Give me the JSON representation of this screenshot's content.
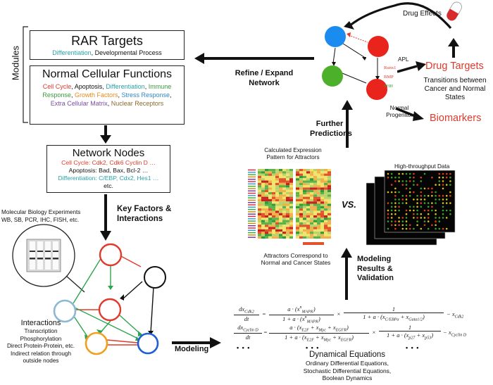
{
  "modules_label": "Modules",
  "rar_box": {
    "title": "RAR Targets",
    "line1_a": "Differentiation",
    "line1_b": ", Developmental Process"
  },
  "normal_box": {
    "title": "Normal Cellular Functions",
    "l1_a": "Cell Cycle",
    "l1_b": ", Apoptosis, ",
    "l1_c": "Differentiation",
    "l1_d": ", ",
    "l1_e": "Immune",
    "l2_a": "Response",
    "l2_b": ", ",
    "l2_c": "Growth Factors",
    "l2_d": ", ",
    "l2_e": "Stress Response",
    "l2_f": ",",
    "l3_a": "Extra Cellular Matrix",
    "l3_b": ", ",
    "l3_c": "Nuclear Receptors"
  },
  "nodes_box": {
    "title": "Network Nodes",
    "l1": "Cell Cycle: Cdk2, Cdk6 Cyclin D …",
    "l2": "Apoptosis: Bad, Bax, Bcl-2 …",
    "l3": "Differentiation: C/EBP, Cdx2, Hes1 …",
    "l4": "etc."
  },
  "key_factors": "Key Factors &",
  "interactions_label": "Interactions",
  "mol_bio": {
    "l1": "Molecular Biology Experiments",
    "l2": "WB, SB, PCR, IHC, FISH, etc."
  },
  "interactions_list": {
    "title": "Interactions",
    "l1": "Transcription",
    "l2": "Phosphorylation",
    "l3": "Direct Protein-Protein, etc.",
    "l4": "Indirect relation through",
    "l5": "outside nodes"
  },
  "modeling": "Modeling",
  "dynamical": {
    "title": "Dynamical Equations",
    "l1": "Ordinary Differential Equations,",
    "l2": "Stochastic Differential Equations,",
    "l3": "Boolean Dynamics"
  },
  "equations": {
    "eq1_lhs_num": "dx",
    "eq1_lhs_sub": "Cdk2",
    "eq_dt": "dt",
    "eq1_a_num": "a · (x",
    "eq1_a_sup": "n",
    "eq1_a_sub": "MAPK",
    "eq1_a_den": "1 + a · (x",
    "eq1_b_num": "1",
    "eq1_b_den": "1 + a · (x",
    "eq1_b_den_sub1": "C/EBPα",
    "eq1_b_den_mid": " + x",
    "eq1_b_den_sub2": "Gata1/2",
    "eq1_tail": "− x",
    "eq1_tail_sub": "Cdk2",
    "eq2_lhs_sub": "Cyclin D",
    "eq2_a_num": "a · (x",
    "eq2_a_num_sub1": "E2F",
    "eq2_plus": " + x",
    "eq2_a_num_sub2": "Myc",
    "eq2_a_num_sub3": "EGFR",
    "eq2_a_den": "1 + a · (x",
    "eq2_b_num": "1",
    "eq2_b_den": "1 + a · (x",
    "eq2_b_den_sub1": "p27",
    "eq2_b_den_sub2": "p53",
    "eq2_tail": "− x",
    "eq2_tail_sub": "Cyclin D",
    "times": "×",
    "equals": "=",
    "close": ")",
    "ellipsis": "• • •"
  },
  "modeling_results": {
    "l1": "Modeling",
    "l2": "Results &",
    "l3": "Validation"
  },
  "calc_expr": {
    "l1": "Calculated Expression",
    "l2": "Pattern for Attractors"
  },
  "attractors": {
    "l1": "Attractors Correspond to",
    "l2": "Normal and Cancer States"
  },
  "vs": "VS.",
  "htp": "High-throughput Data",
  "further": {
    "l1": "Further",
    "l2": "Predictions"
  },
  "refine": {
    "l1": "Refine / Expand",
    "l2": "Network"
  },
  "drug_effects": "Drug Effects",
  "network_top": {
    "apl": "APL",
    "normal": "Normal",
    "progenitor": "Progenitor",
    "runx1": "Runx1",
    "bmp": "BMP",
    "shh": "SHH"
  },
  "drug_targets": "Drug Targets",
  "transitions": {
    "l1": "Transitions between",
    "l2": "Cancer and Normal",
    "l3": "States"
  },
  "biomarkers": "Biomarkers",
  "colors": {
    "red": "#e03a2c",
    "blue": "#2f86c9",
    "green": "#3aa63a",
    "orange": "#f0a020",
    "light_blue": "#8cb8d4"
  }
}
